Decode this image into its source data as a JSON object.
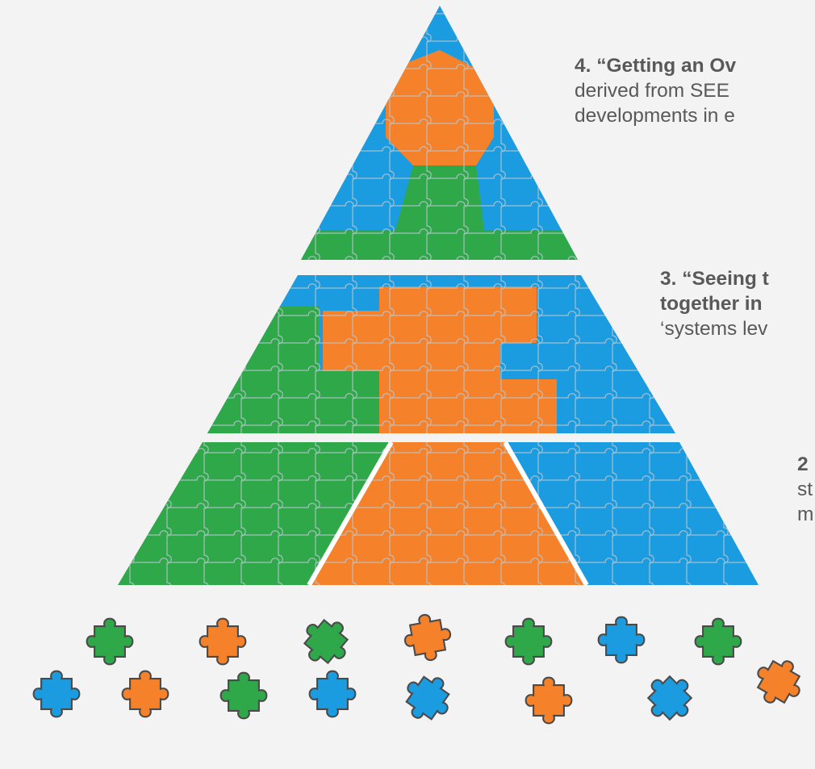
{
  "colors": {
    "green": "#2fa84a",
    "orange": "#f5822a",
    "blue": "#1c9ce0",
    "background": "#f3f3f3",
    "seam": "#b9c6cf",
    "text": "#595959"
  },
  "levels": [
    {
      "level": 4,
      "title": "4. “Getting an Ov",
      "lines": [
        "derived from SEE",
        "developments in e"
      ]
    },
    {
      "level": 3,
      "title": "3. “Seeing t",
      "title_line2": "together in",
      "lines": [
        "‘systems lev"
      ]
    },
    {
      "level": 2,
      "title": "2",
      "lines": [
        "st",
        "m"
      ]
    }
  ],
  "scattered_pieces": [
    {
      "color": "green",
      "rotation": 0
    },
    {
      "color": "orange",
      "rotation": 90
    },
    {
      "color": "green",
      "rotation": 40
    },
    {
      "color": "orange",
      "rotation": -10
    },
    {
      "color": "green",
      "rotation": 0
    },
    {
      "color": "blue",
      "rotation": 0
    },
    {
      "color": "green",
      "rotation": 0
    },
    {
      "color": "blue",
      "rotation": 0
    },
    {
      "color": "orange",
      "rotation": 0
    },
    {
      "color": "green",
      "rotation": 0
    },
    {
      "color": "blue",
      "rotation": 0
    },
    {
      "color": "blue",
      "rotation": 35
    },
    {
      "color": "orange",
      "rotation": 90
    },
    {
      "color": "blue",
      "rotation": 45
    },
    {
      "color": "orange",
      "rotation": 30
    }
  ]
}
